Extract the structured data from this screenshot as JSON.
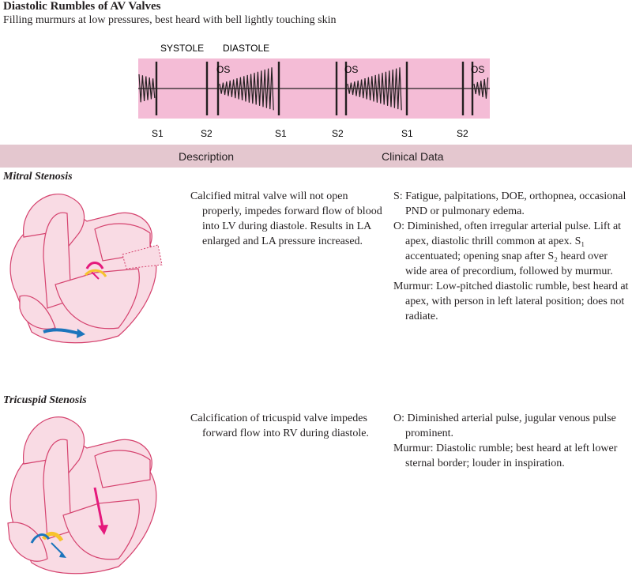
{
  "page": {
    "title": "Diastolic Rumbles of AV Valves",
    "subtitle": "Filling murmurs at low pressures, best heard with bell lightly touching skin"
  },
  "phonogram": {
    "top_labels": {
      "systole": "SYSTOLE",
      "diastole": "DIASTOLE"
    },
    "os_label": "OS",
    "bottom_labels": [
      "S1",
      "S2",
      "S1",
      "S2",
      "S1",
      "S2"
    ],
    "colors": {
      "band": "#f4bcd6",
      "trace": "#231f20"
    }
  },
  "table": {
    "headers": {
      "description": "Description",
      "clinical": "Clinical Data"
    },
    "header_color": "#e4c7cf",
    "rows": [
      {
        "name": "Mitral Stenosis",
        "description": "Calcified mitral valve will not open properly, impedes forward flow of blood into LV during diastole. Results in LA enlarged and LA pressure increased.",
        "clinical": [
          "S: Fatigue, palpitations, DOE, orthopnea, occasional PND or pulmonary edema.",
          "O: Diminished, often irregular arterial pulse. Lift at apex, diastolic thrill common at apex. S₁ accentuated; opening snap after S₂ heard over wide area of precordium, followed by murmur.",
          "Murmur: Low-pitched diastolic rumble, best heard at apex, with person in left lateral position; does not radiate."
        ]
      },
      {
        "name": "Tricuspid Stenosis",
        "description": "Calcification of tricuspid valve impedes forward flow into RV during diastole.",
        "clinical": [
          "O: Diminished arterial pulse, jugular venous pulse prominent.",
          "Murmur: Diastolic rumble; best heard at left lower sternal border; louder in inspiration."
        ]
      }
    ]
  },
  "colors": {
    "heart_fill": "#f9dbe4",
    "heart_stroke": "#d5426e",
    "arrow_blue": "#1c75bc",
    "arrow_magenta": "#e5197c",
    "valve_yellow": "#f7c32d"
  }
}
